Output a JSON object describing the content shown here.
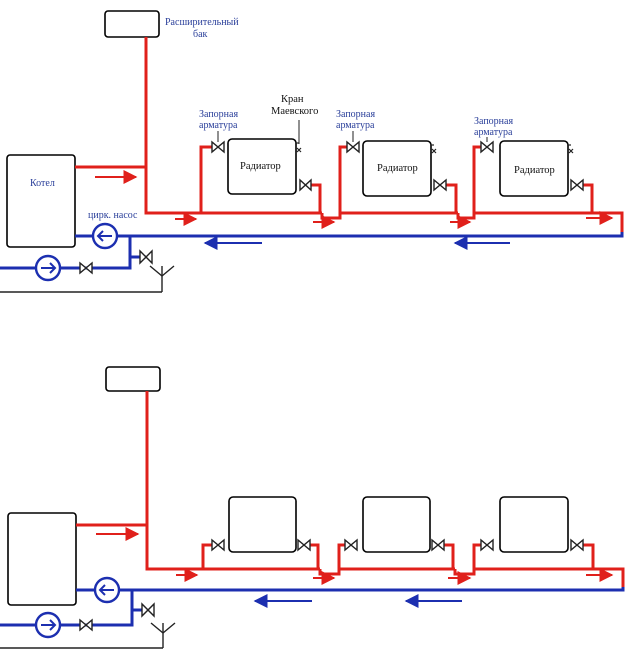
{
  "colors": {
    "supply": "#e0201b",
    "return": "#1c2fb0",
    "outline": "#000000",
    "background": "#ffffff"
  },
  "diagram_top": {
    "expansion_tank_label_line1": "Расширительный",
    "expansion_tank_label_line2": "бак",
    "boiler_label": "Котел",
    "pump_label": "цирк. насос",
    "mayevsky_label_line1": "Кран",
    "mayevsky_label_line2": "Маевского",
    "shutoff_label_line1": "Запорная",
    "shutoff_label_line2": "арматура",
    "radiator_label": "Радиатор"
  },
  "icons": [
    "expansion-tank-icon",
    "boiler-icon",
    "radiator-icon",
    "circulation-pump-icon",
    "shutoff-valve-icon",
    "mayevsky-valve-icon",
    "drain-funnel-icon",
    "flow-arrow-icon"
  ]
}
